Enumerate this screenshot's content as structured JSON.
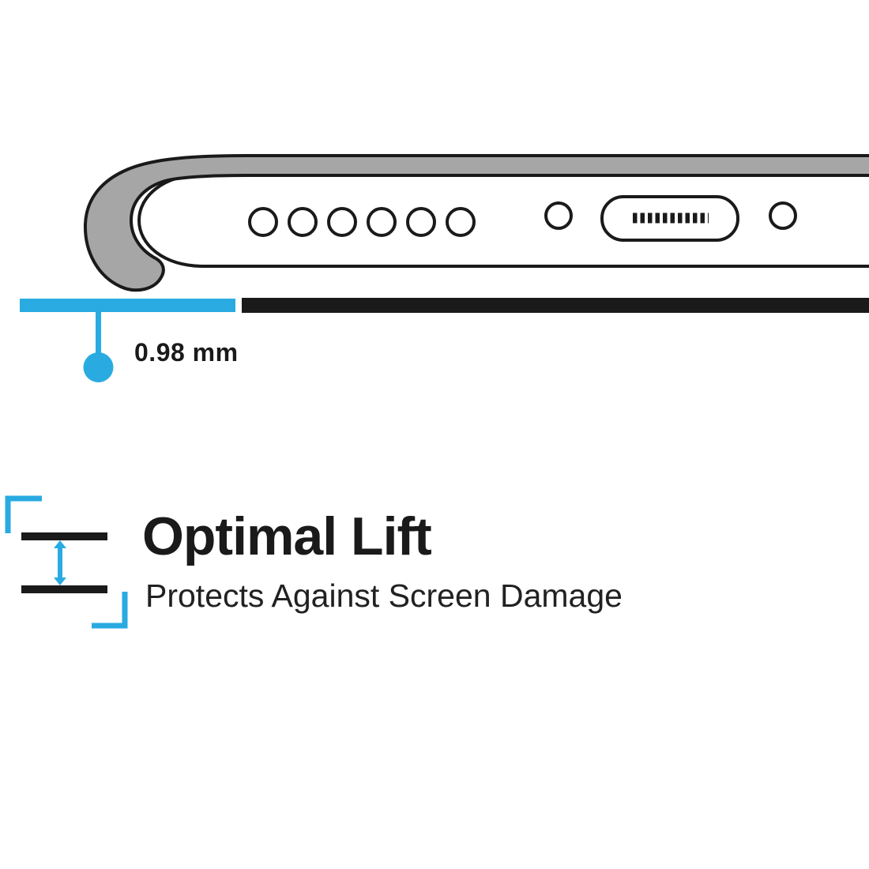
{
  "colors": {
    "accent": "#29ABE2",
    "ink": "#1a1a1a",
    "case_gray": "#a6a6a6"
  },
  "measurement": {
    "value": "0.98 mm"
  },
  "feature": {
    "title": "Optimal Lift",
    "subtitle": "Protects Against Screen Damage"
  },
  "icons": {
    "lift_gap_icon": "two horizontal plates with vertical double arrow between cyan corner brackets",
    "measurement_pointer": "cyan drop line with dot marking lift height"
  }
}
